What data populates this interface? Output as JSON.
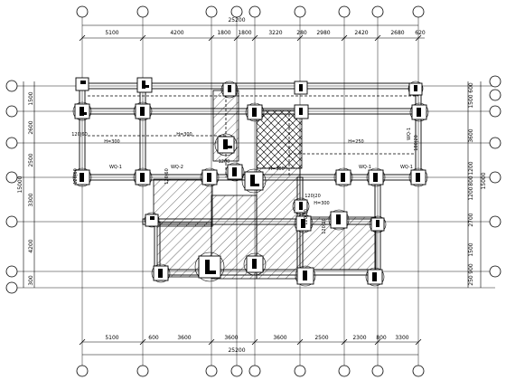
{
  "drawing": {
    "dims": {
      "top_total": "25200",
      "bottom_total": "25200",
      "top": [
        "5100",
        "4200",
        "1800",
        "1800",
        "3220",
        "280",
        "2980",
        "2420",
        "2680",
        "620"
      ],
      "bottom": [
        "5100",
        "600",
        "3600",
        "3600",
        "3600",
        "2500",
        "2300",
        "800",
        "3300"
      ],
      "left": [
        "1500",
        "2600",
        "2500",
        "3300",
        "4200",
        "300"
      ],
      "left_outer": "15000",
      "right": [
        "600",
        "1500",
        "3600",
        "1200",
        "800",
        "1200",
        "2700",
        "1500",
        "900",
        "250"
      ],
      "right_outer": "15000"
    },
    "labels": {
      "wq1_a": "WQ-1",
      "wq2": "WQ-2",
      "wq1_b": "WQ-1",
      "wq1_c": "WQ-1",
      "wq1_d": "WQ-1",
      "h_a": "H=300",
      "h_b": "H=300",
      "h_c": "H=250",
      "h_d": "H=300",
      "h_e": "H=300",
      "w_a": "120|60",
      "w_b": "120|60",
      "w_c": "120|60",
      "w_d": "120|20",
      "w_e": "120|20",
      "w_f": "180|20",
      "w_g": "1200",
      "w_h": "120|20"
    }
  }
}
